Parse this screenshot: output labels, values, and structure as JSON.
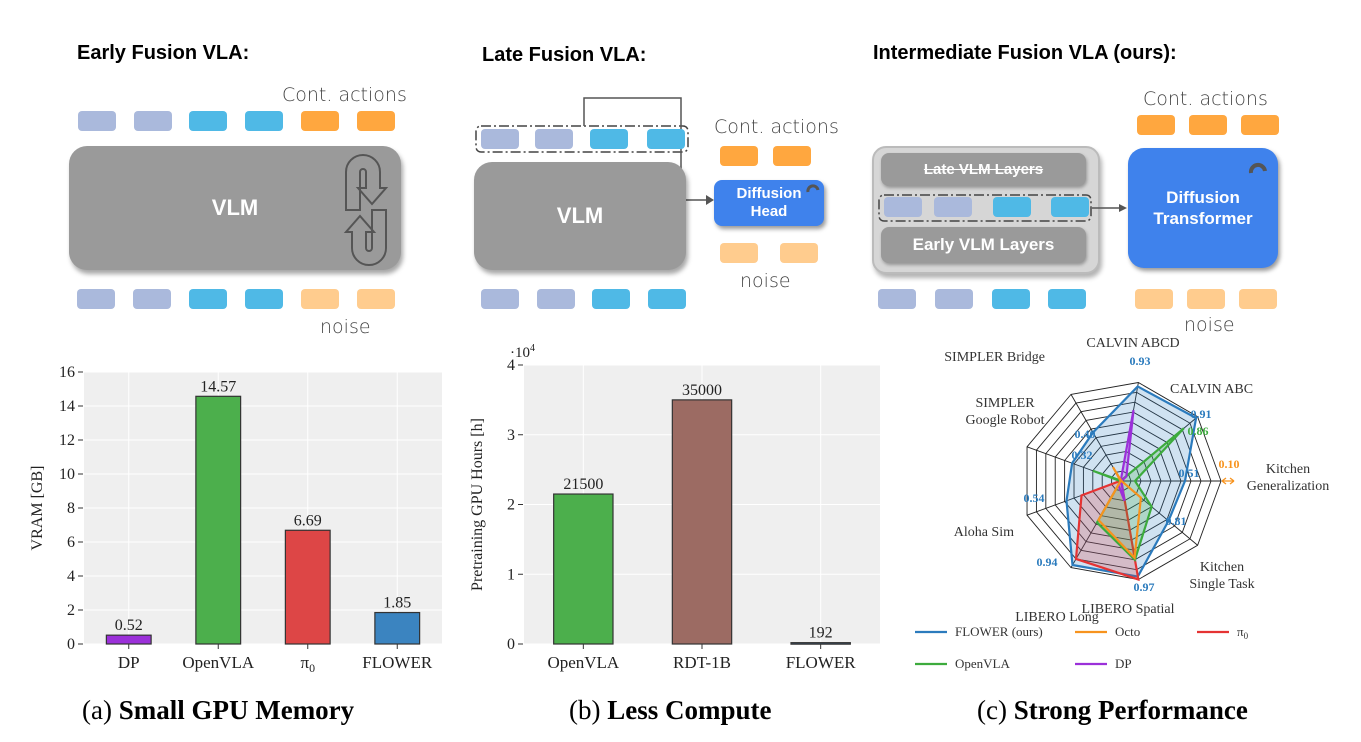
{
  "diagrams": {
    "early": {
      "title": "Early Fusion VLA:",
      "block_label": "VLM",
      "actions_label": "Cont. actions",
      "noise_label": "noise"
    },
    "late": {
      "title": "Late Fusion VLA:",
      "block_label": "VLM",
      "head_label_line1": "Diffusion",
      "head_label_line2": "Head",
      "actions_label": "Cont. actions",
      "noise_label": "noise"
    },
    "intermediate": {
      "title": "Intermediate Fusion VLA (ours):",
      "late_layers_label": "Late VLM Layers",
      "early_layers_label": "Early VLM Layers",
      "transformer_line1": "Diffusion",
      "transformer_line2": "Transformer",
      "actions_label": "Cont. actions",
      "noise_label": "noise"
    },
    "token_colors": {
      "vision": "#aab9dc",
      "language": "#4fb9e6",
      "action": "#ffa73f",
      "noise": "#ffcc8e"
    }
  },
  "chart_data": [
    {
      "type": "bar",
      "title": "",
      "categories": [
        "DP",
        "OpenVLA",
        "π0",
        "FLOWER"
      ],
      "values": [
        0.52,
        14.57,
        6.69,
        1.85
      ],
      "value_labels": [
        "0.52",
        "14.57",
        "6.69",
        "1.85"
      ],
      "colors": [
        "#9b30d9",
        "#4caf4c",
        "#dd4646",
        "#3b84c0"
      ],
      "xlabel": "",
      "ylabel": "VRAM [GB]",
      "ylim": [
        0,
        16
      ],
      "yticks": [
        0,
        2,
        4,
        6,
        8,
        10,
        12,
        14,
        16
      ],
      "grid": true,
      "caption_prefix": "(a) ",
      "caption_bold": "Small GPU Memory"
    },
    {
      "type": "bar",
      "title": "",
      "categories": [
        "OpenVLA",
        "RDT-1B",
        "FLOWER"
      ],
      "values": [
        21500,
        35000,
        192
      ],
      "value_labels": [
        "21500",
        "35000",
        "192"
      ],
      "colors": [
        "#4caf4c",
        "#9c6b63",
        "#3b5a7a"
      ],
      "xlabel": "",
      "ylabel": "Pretraining GPU Hours [h]",
      "ylim": [
        0,
        40000
      ],
      "yticks": [
        0,
        1,
        2,
        3,
        4
      ],
      "y_multiplier_label": "·10",
      "y_multiplier_exp": "4",
      "grid": true,
      "caption_prefix": "(b) ",
      "caption_bold": "Less Compute"
    },
    {
      "type": "radar",
      "title": "",
      "axes": [
        "Kitchen Generalization",
        "CALVIN ABC",
        "CALVIN ABCD",
        "SIMPLER Bridge",
        "SIMPLER Google Robot",
        "Aloha Sim",
        "LIBERO Long",
        "LIBERO Spatial",
        "Kitchen Single Task"
      ],
      "axis_label_lines": [
        [
          "Kitchen",
          "Generalization"
        ],
        [
          "CALVIN ABC"
        ],
        [
          "CALVIN ABCD"
        ],
        [
          "SIMPLER Bridge"
        ],
        [
          "SIMPLER",
          "Google Robot"
        ],
        [
          "Aloha Sim"
        ],
        [
          "LIBERO Long"
        ],
        [
          "LIBERO Spatial"
        ],
        [
          "Kitchen",
          "Single Task"
        ]
      ],
      "rings": 10,
      "normalized": true,
      "series": [
        {
          "name": "FLOWER (ours)",
          "color": "#2b7bbd",
          "fill": true,
          "values": [
            0.64,
            0.98,
            0.96,
            0.56,
            0.52,
            0.58,
            0.97,
            0.97,
            0.62
          ]
        },
        {
          "name": "Octo",
          "color": "#f7931e",
          "fill": false,
          "values": [
            0.0,
            0.0,
            0.0,
            0.16,
            0.0,
            0.0,
            0.45,
            0.78,
            0.26
          ]
        },
        {
          "name": "π0",
          "color": "#e53333",
          "fill": true,
          "values": [
            0.0,
            0.0,
            0.0,
            0.0,
            0.0,
            0.42,
            0.9,
            1.0,
            0.0
          ]
        },
        {
          "name": "OpenVLA",
          "color": "#3dab3d",
          "fill": true,
          "values": [
            0.14,
            0.82,
            0.0,
            0.0,
            0.3,
            0.0,
            0.48,
            0.8,
            0.4
          ]
        },
        {
          "name": "DP",
          "color": "#9b30d9",
          "fill": true,
          "values": [
            0.0,
            0.07,
            0.72,
            0.0,
            0.0,
            0.0,
            0.05,
            0.2,
            0.0
          ]
        }
      ],
      "annotations": [
        {
          "text": "0.93",
          "axis": "CALVIN ABCD",
          "color": "#2b7bbd"
        },
        {
          "text": "0.91",
          "axis": "CALVIN ABC",
          "color": "#2b7bbd"
        },
        {
          "text": "0.86",
          "axis": "CALVIN ABC",
          "color": "#3dab3d"
        },
        {
          "text": "0.10",
          "axis": "Kitchen Generalization",
          "color": "#f7931e"
        },
        {
          "text": "0.51",
          "axis": "Kitchen Generalization",
          "color": "#2b7bbd"
        },
        {
          "text": "0.81",
          "axis": "Kitchen Single Task",
          "color": "#2b7bbd"
        },
        {
          "text": "0.97",
          "axis": "LIBERO Spatial",
          "color": "#2b7bbd"
        },
        {
          "text": "0.94",
          "axis": "LIBERO Long",
          "color": "#2b7bbd"
        },
        {
          "text": "0.54",
          "axis": "Aloha Sim",
          "color": "#2b7bbd"
        },
        {
          "text": "0.32",
          "axis": "SIMPLER Google Robot",
          "color": "#2b7bbd"
        },
        {
          "text": "0.40",
          "axis": "SIMPLER Bridge",
          "color": "#2b7bbd"
        }
      ],
      "legend_position": "bottom",
      "caption_prefix": "(c) ",
      "caption_bold": "Strong Performance"
    }
  ]
}
